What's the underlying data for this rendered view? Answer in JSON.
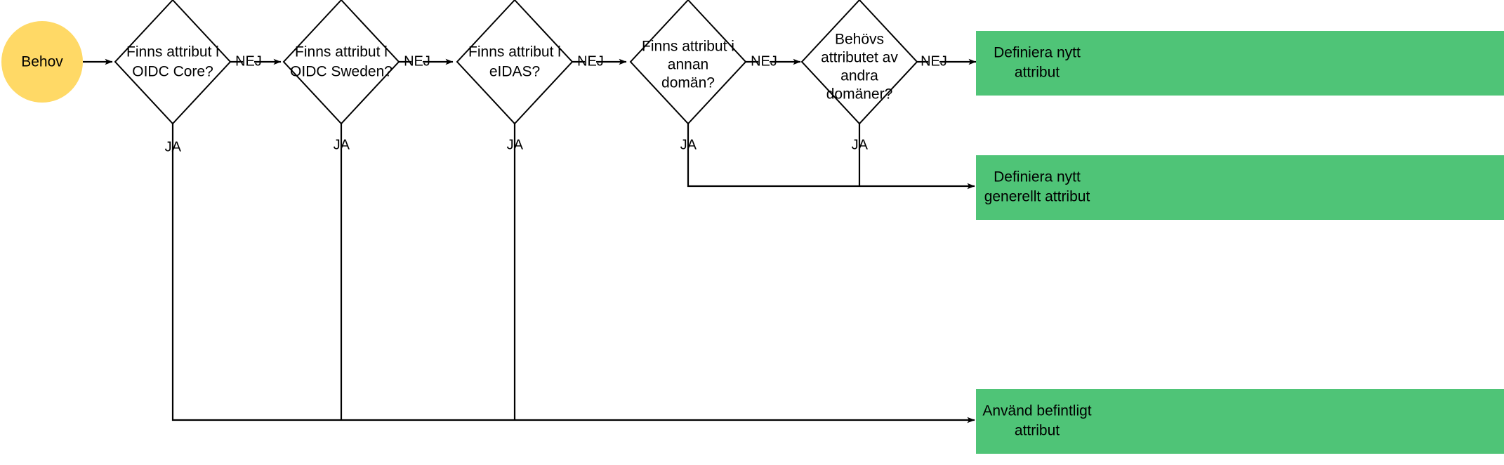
{
  "diagram": {
    "type": "flowchart",
    "orientation": "left-to-right",
    "background_color": "#ffffff",
    "colors": {
      "start_fill": "#ffd966",
      "decision_fill": "#ffffff",
      "terminal_fill": "#4fc477",
      "stroke": "#000000",
      "text": "#000000"
    }
  },
  "nodes": {
    "start": {
      "id": "behov",
      "label": "Behov",
      "shape": "ellipse"
    },
    "decisions": [
      {
        "id": "d1",
        "lines": [
          "Finns attribut i",
          "OIDC Core?"
        ],
        "shape": "diamond"
      },
      {
        "id": "d2",
        "lines": [
          "Finns attribut i",
          "OIDC Sweden?"
        ],
        "shape": "diamond"
      },
      {
        "id": "d3",
        "lines": [
          "Finns attribut i",
          "eIDAS?"
        ],
        "shape": "diamond"
      },
      {
        "id": "d4",
        "lines": [
          "Finns attribut i",
          "annan",
          "domän?"
        ],
        "shape": "diamond"
      },
      {
        "id": "d5",
        "lines": [
          "Behövs",
          "attributet av",
          "andra",
          "domäner?"
        ],
        "shape": "diamond"
      }
    ],
    "terminals": [
      {
        "id": "t1",
        "lines": [
          "Definiera nytt",
          "attribut"
        ],
        "shape": "rectangle"
      },
      {
        "id": "t2",
        "lines": [
          "Definiera nytt",
          "generellt attribut"
        ],
        "shape": "rectangle"
      },
      {
        "id": "t3",
        "lines": [
          "Använd befintligt",
          "attribut"
        ],
        "shape": "rectangle"
      }
    ]
  },
  "edge_labels": {
    "nej_1": "NEJ",
    "nej_2": "NEJ",
    "nej_3": "NEJ",
    "nej_4": "NEJ",
    "nej_5": "NEJ",
    "ja_1": "JA",
    "ja_2": "JA",
    "ja_3": "JA",
    "ja_4": "JA",
    "ja_5": "JA"
  }
}
